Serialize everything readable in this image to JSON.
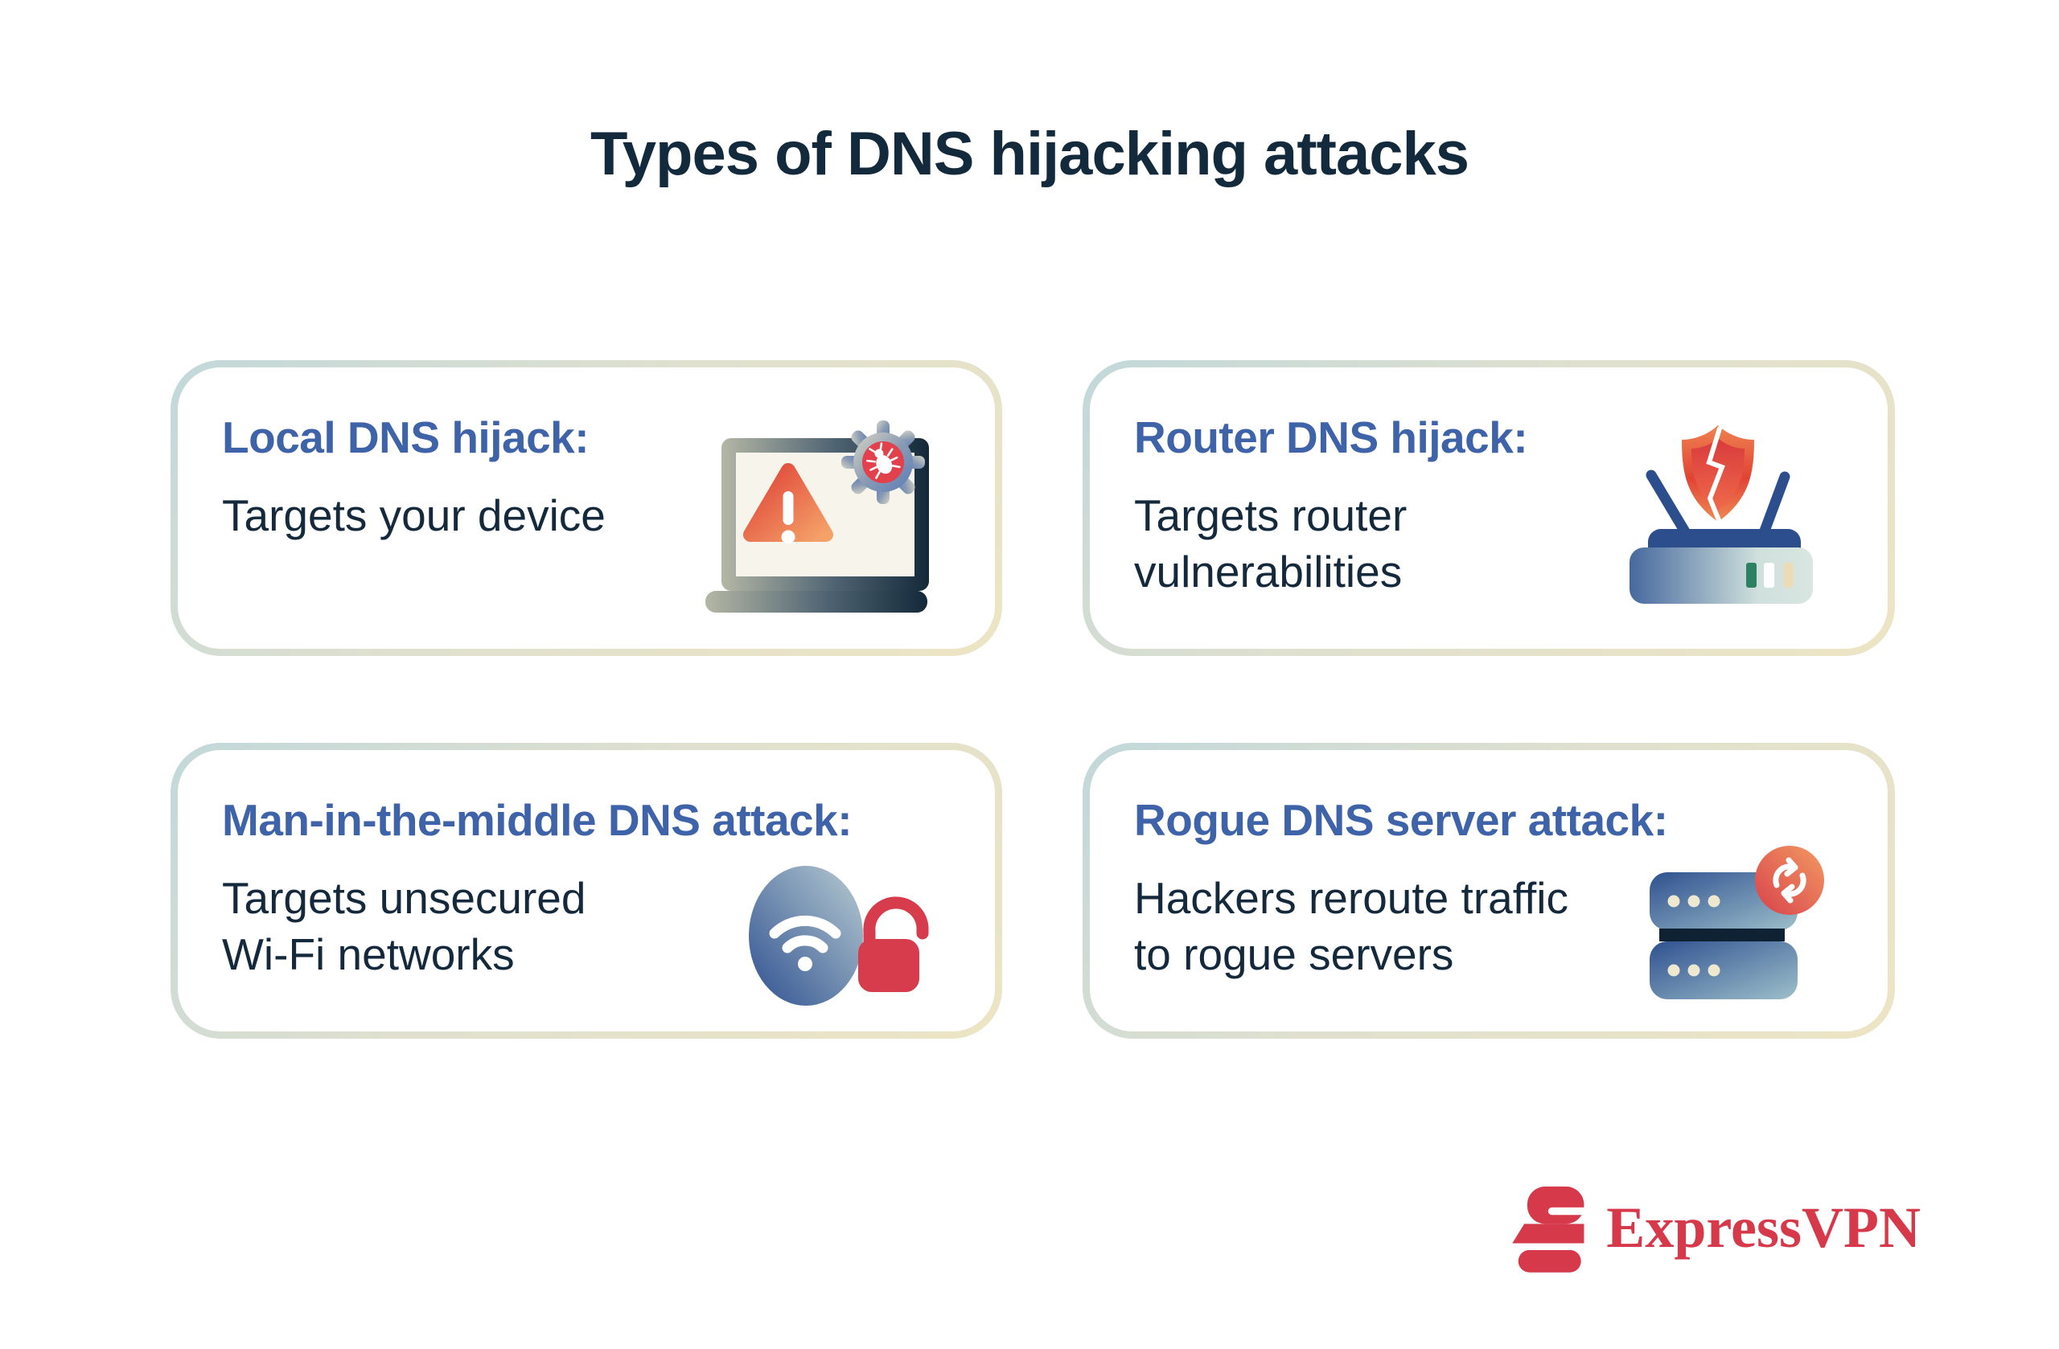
{
  "title": "Types of DNS hijacking attacks",
  "cards": [
    {
      "heading": "Local DNS hijack:",
      "body_lines": [
        "Targets your device"
      ],
      "icon": "laptop-malware-warning-icon"
    },
    {
      "heading": "Router DNS hijack:",
      "body_lines": [
        "Targets router",
        "vulnerabilities"
      ],
      "icon": "router-broken-shield-icon"
    },
    {
      "heading": "Man-in-the-middle DNS attack:",
      "body_lines": [
        "Targets unsecured",
        "Wi-Fi networks"
      ],
      "icon": "wifi-open-lock-icon"
    },
    {
      "heading": "Rogue DNS server attack:",
      "body_lines": [
        "Hackers reroute traffic",
        "to rogue servers"
      ],
      "icon": "server-reroute-icon"
    }
  ],
  "brand": {
    "name": "ExpressVPN"
  },
  "colors": {
    "title_navy": "#13293c",
    "heading_blue": "#3e63a9",
    "body_navy": "#14293c",
    "border_teal": "#c2d8da",
    "border_cream": "#ede5c4",
    "brand_red": "#d63a4a",
    "alert_red": "#e2414b",
    "alert_orange": "#f5a269",
    "router_blue": "#2c4e8d",
    "status_green": "#2d8162"
  }
}
